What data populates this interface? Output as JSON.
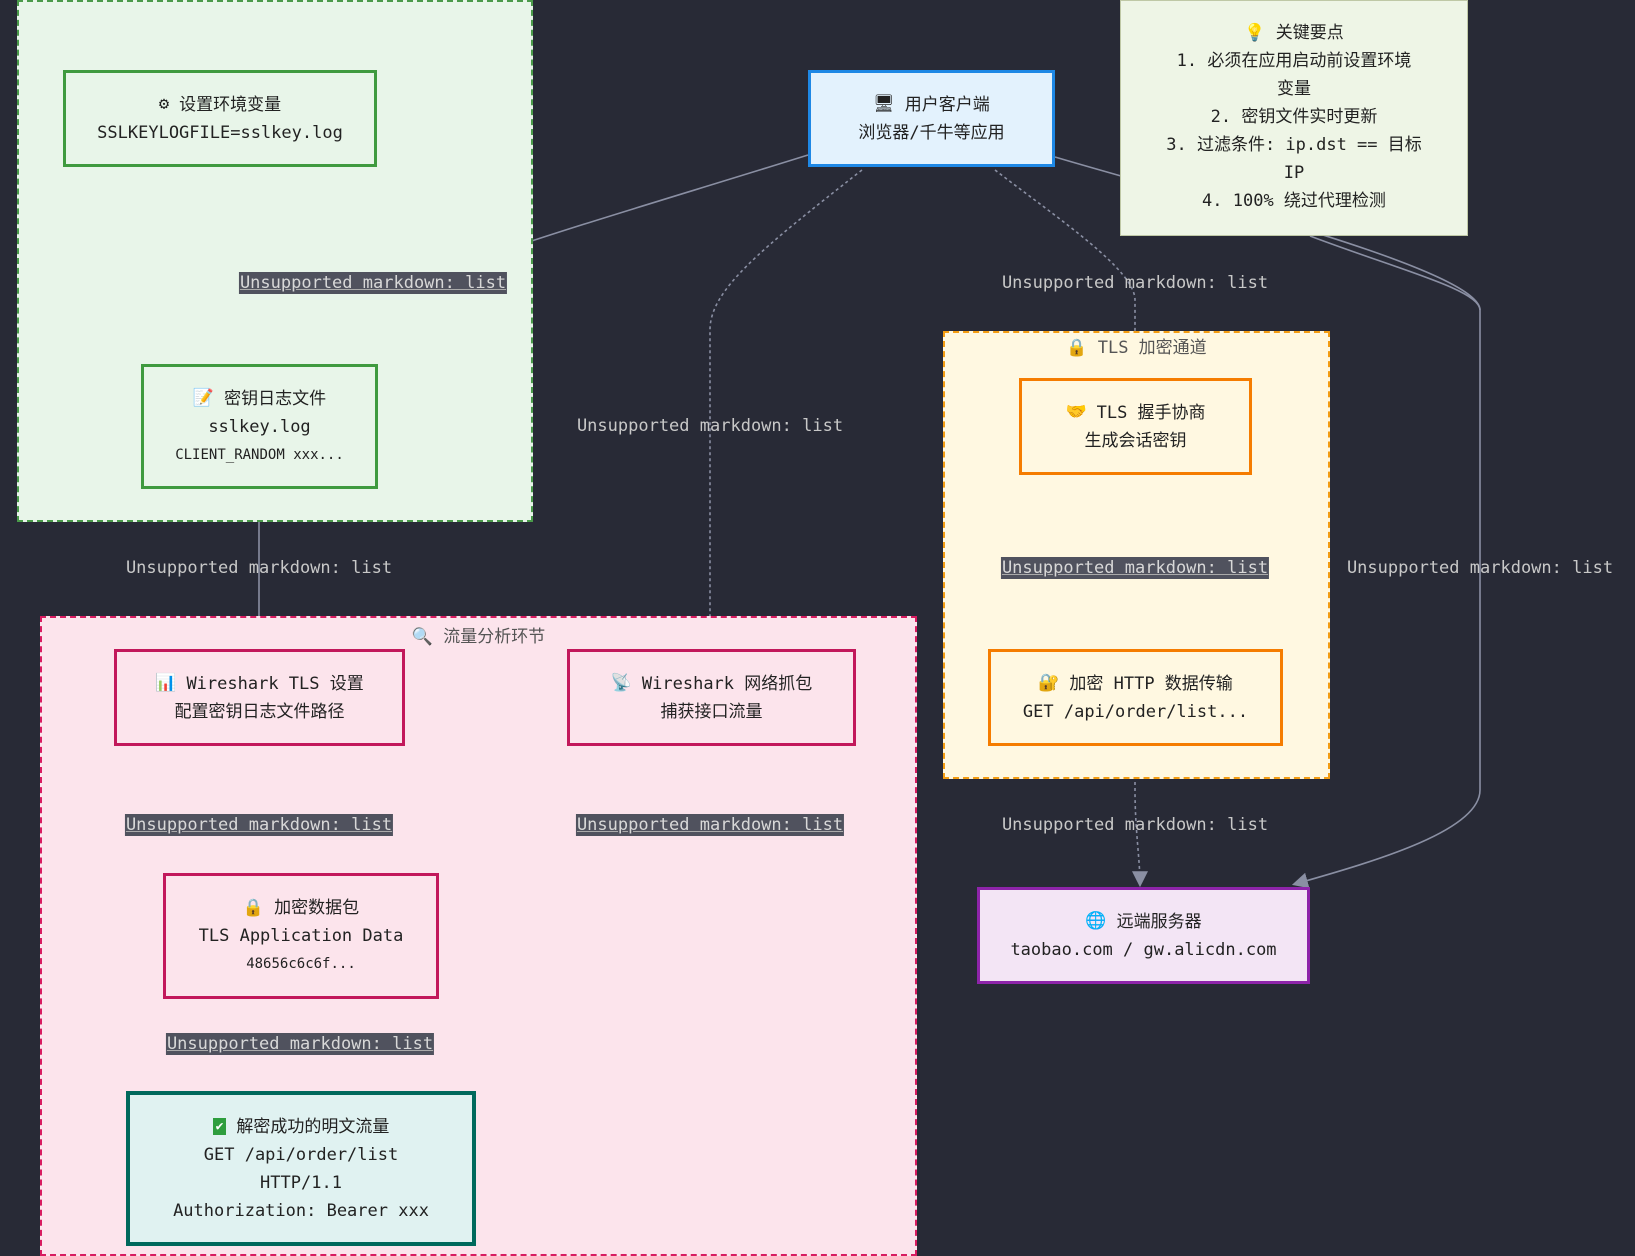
{
  "clusters": {
    "env": {
      "title": ""
    },
    "analysis": {
      "title": "流量分析环节",
      "icon": "magnifier-icon"
    },
    "tls": {
      "title": "TLS 加密通道",
      "icon": "lock-icon"
    }
  },
  "nodes": {
    "set_env": {
      "title": "设置环境变量",
      "line1": "SSLKEYLOGFILE=sslkey.log",
      "icon": "gear-icon"
    },
    "keylog": {
      "title": "密钥日志文件",
      "line1": "sslkey.log",
      "line2": "CLIENT_RANDOM xxx...",
      "icon": "memo-icon"
    },
    "client": {
      "title": "用户客户端",
      "line1": "浏览器/千牛等应用",
      "icon": "desktop-icon"
    },
    "ws_tls": {
      "title": "Wireshark TLS 设置",
      "line1": "配置密钥日志文件路径",
      "icon": "chart-icon"
    },
    "ws_cap": {
      "title": "Wireshark 网络抓包",
      "line1": "捕获接口流量",
      "icon": "satellite-icon"
    },
    "enc_pkt": {
      "title": "加密数据包",
      "line1": "TLS Application Data",
      "line2": "48656c6c6f...",
      "icon": "lock-icon"
    },
    "plain": {
      "title": "解密成功的明文流量",
      "line1": "GET /api/order/list",
      "line2": "HTTP/1.1",
      "line3": "Authorization: Bearer xxx",
      "icon": "check-icon"
    },
    "handshake": {
      "title": "TLS 握手协商",
      "line1": "生成会话密钥",
      "icon": "handshake-icon"
    },
    "http": {
      "title": "加密 HTTP 数据传输",
      "line1": "GET /api/order/list...",
      "icon": "lock-key-icon"
    },
    "server": {
      "title": "远端服务器",
      "line1": "taobao.com / gw.alicdn.com",
      "icon": "globe-icon"
    }
  },
  "note": {
    "title": "关键要点",
    "icon": "bulb-icon",
    "lines": [
      "1. 必须在应用启动前设置环境",
      "变量",
      "2. 密钥文件实时更新",
      "3. 过滤条件: ip.dst == 目标",
      "IP",
      "4. 100% 绕过代理检测"
    ]
  },
  "edge_label": "Unsupported markdown: list"
}
